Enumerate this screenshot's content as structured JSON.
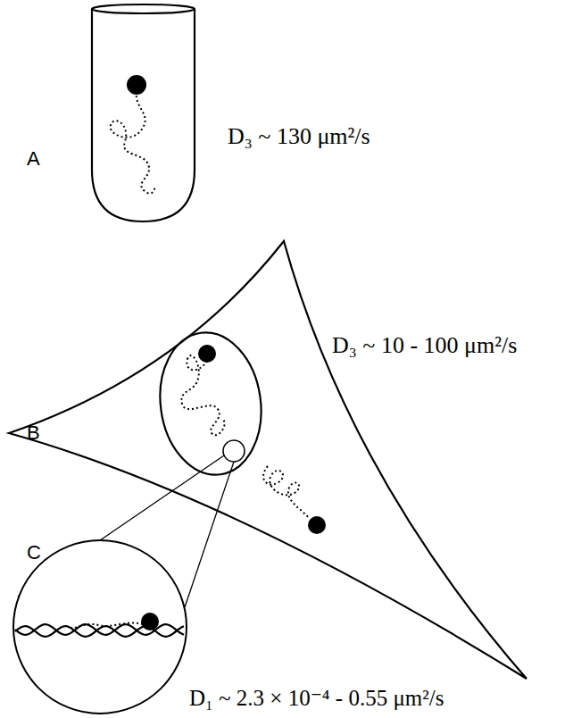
{
  "diagram": {
    "labels": [
      "A",
      "D₃ ~ 130 μm²/s",
      "B",
      "D₃ ~ 10 - 100 μm²/s",
      "C",
      "D₁ ~ 2.3 × 10⁻⁴ - 0.55 μm²/s"
    ]
  }
}
